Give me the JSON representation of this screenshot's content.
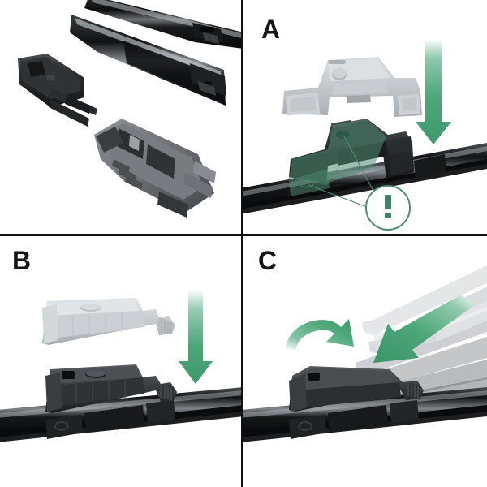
{
  "document": {
    "kind": "installation-instruction-diagram",
    "subject": "windscreen wiper blade adapter fitting",
    "background_color": "#ffffff",
    "divider_color": "#111111",
    "accent_green": "#4CA678",
    "accent_green_dark": "#35845B",
    "highlight_green": "#5E8E79",
    "panel_count": 4
  },
  "panels": [
    {
      "id": "parts",
      "label": "",
      "position": "top-left",
      "caption": "",
      "parts": [
        {
          "name": "wiper-arm-hook-upper",
          "finish": "gloss-black"
        },
        {
          "name": "wiper-arm-hook-lower",
          "finish": "gloss-black"
        },
        {
          "name": "small-connector-clip",
          "finish": "dark-grey"
        },
        {
          "name": "main-adapter-bracket",
          "finish": "grey-plastic"
        }
      ]
    },
    {
      "id": "a",
      "label": "A",
      "position": "top-right",
      "arrow": {
        "type": "straight-down-arrow",
        "color": "#4CA678"
      },
      "callout": {
        "symbol": "!",
        "shape": "circle",
        "color": "#4E8C72",
        "leader_lines": 2
      },
      "highlight": {
        "name": "mounting-zone-highlight",
        "color": "#5E8E79"
      },
      "parts": [
        {
          "name": "adapter-ghost-above",
          "finish": "light-grey"
        },
        {
          "name": "wiper-blade-beam",
          "finish": "gloss-black"
        }
      ]
    },
    {
      "id": "b",
      "label": "B",
      "position": "bottom-left",
      "arrow": {
        "type": "straight-down-arrow",
        "color": "#4CA678"
      },
      "parts": [
        {
          "name": "cover-cap-ghost-above",
          "finish": "light-grey"
        },
        {
          "name": "cover-cap-fitted",
          "finish": "grey-plastic"
        },
        {
          "name": "wiper-blade-beam",
          "finish": "gloss-black"
        }
      ]
    },
    {
      "id": "c",
      "label": "C",
      "position": "bottom-right",
      "arrows": [
        {
          "type": "curved-rotation-arrow",
          "color": "#4CA678"
        },
        {
          "type": "straight-diagonal-arrow",
          "color": "#4CA678"
        }
      ],
      "parts": [
        {
          "name": "wiper-arm-motion-ghost",
          "finish": "translucent-grey"
        },
        {
          "name": "wiper-arm-seated",
          "finish": "dark-grey"
        },
        {
          "name": "wiper-blade-beam",
          "finish": "gloss-black"
        }
      ]
    }
  ]
}
